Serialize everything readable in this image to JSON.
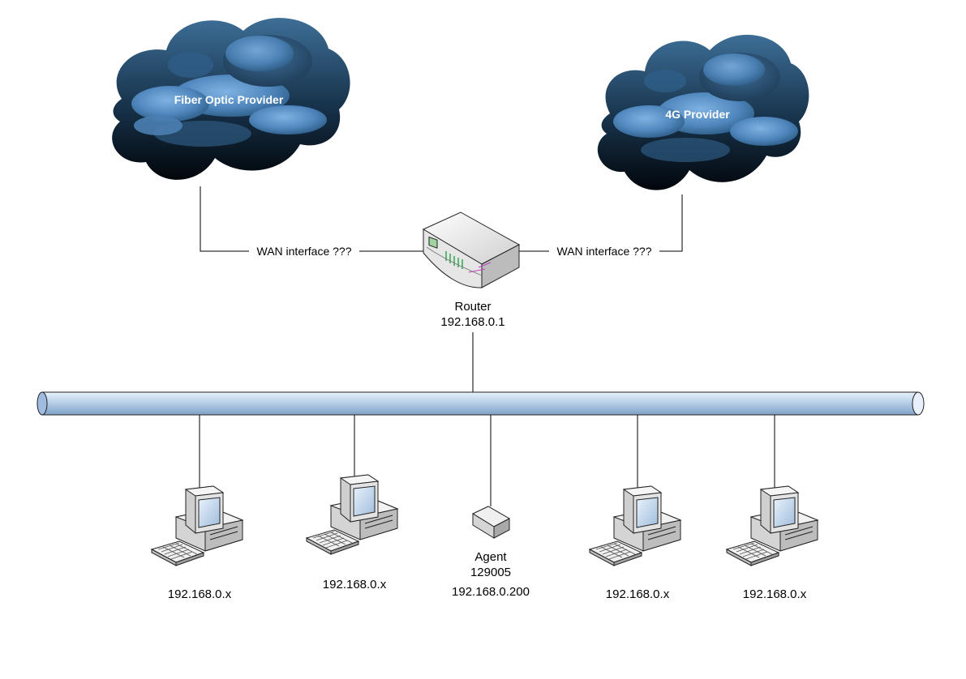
{
  "clouds": {
    "fiber": {
      "label": "Fiber Optic Provider"
    },
    "g4": {
      "label": "4G Provider"
    }
  },
  "links": {
    "left_wan": "WAN interface ???",
    "right_wan": "WAN interface ???"
  },
  "router": {
    "name": "Router",
    "ip": "192.168.0.1"
  },
  "agent": {
    "name": "Agent",
    "id": "129005",
    "ip": "192.168.0.200"
  },
  "hosts": [
    {
      "ip": "192.168.0.x"
    },
    {
      "ip": "192.168.0.x"
    },
    {
      "ip": "192.168.0.x"
    },
    {
      "ip": "192.168.0.x"
    }
  ],
  "colors": {
    "cloud_dark": "#0e2233",
    "cloud_mid": "#2d5a80",
    "cloud_light": "#6a9ed2",
    "bus": "#b7cde6",
    "router_led": "#2fa84f",
    "router_accent": "#c23fc2"
  }
}
